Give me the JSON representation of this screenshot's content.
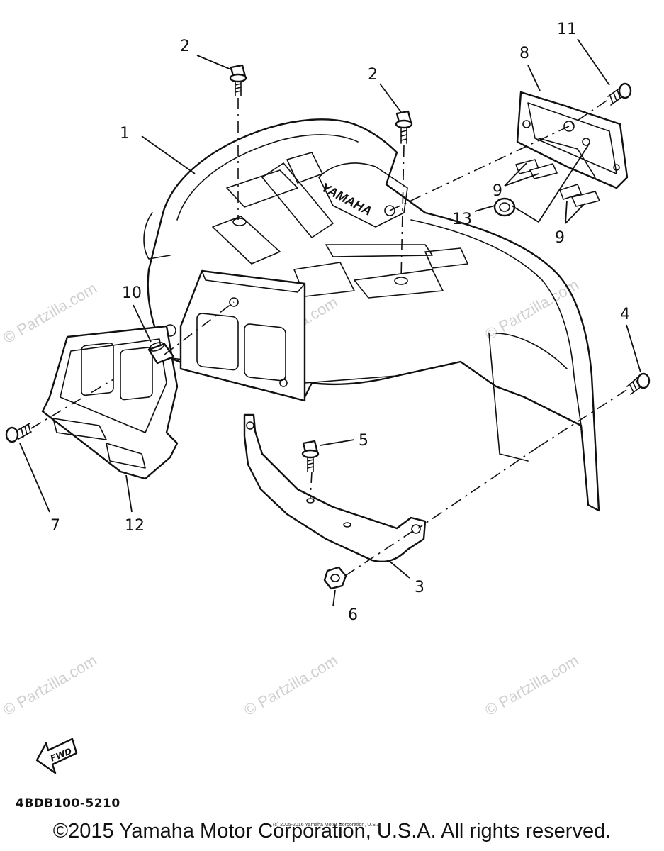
{
  "callouts": [
    "1",
    "2",
    "2",
    "3",
    "4",
    "5",
    "6",
    "7",
    "8",
    "9",
    "9",
    "10",
    "11",
    "12",
    "13"
  ],
  "watermark": "© Partzilla.com",
  "brand_text": "YAMAHA",
  "fwd_label": "FWD",
  "part_code": "4BDB100-5210",
  "copyright": "©2015 Yamaha Motor Corporation, U.S.A. All rights reserved.",
  "small_notice": "(c) 2005-2016 Yamaha Motor Corporation, U.S.A."
}
